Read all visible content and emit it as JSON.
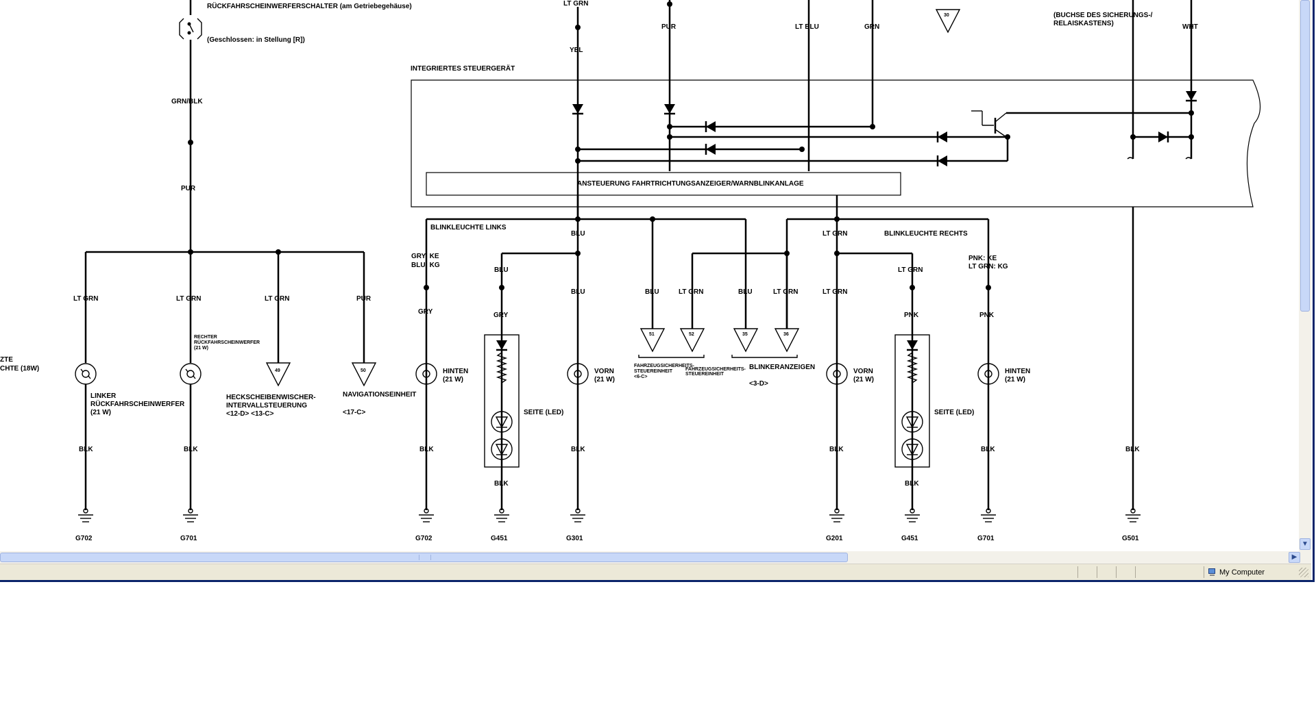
{
  "diagram": {
    "top_labels": {
      "lt_grn_top": "LT GRN",
      "backup_switch": "RÜCKFAHRSCHEINWERFERSCHALTER (am Getriebegehäuse)",
      "switch_note": "(Geschlossen: in Stellung [R])",
      "pur_top": "PUR",
      "lt_blu_top": "LT BLU",
      "grn_top": "GRN",
      "fuse_box_socket": "(BUCHSE DES SICHERUNGS-/ RELAISKASTENS)",
      "fuse_box_line1": "(BUCHSE DES SICHERUNGS-/",
      "fuse_box_line2": "RELAISKASTENS)",
      "wht_top": "WHT",
      "yel": "YEL",
      "grn_blk": "GRN/BLK",
      "pur_mid": "PUR",
      "connector_30": "30"
    },
    "control_unit": {
      "title": "INTEGRIERTES STEUERGERÄT",
      "inner_block": "ANSTEUERUNG FAHRTRICHTUNGSANZEIGER/WARNBLINKANLAGE"
    },
    "left_section": {
      "partial_label_1": "ZTE",
      "partial_label_2": "CHTE (18W)",
      "wires": [
        "LT GRN",
        "LT GRN",
        "LT GRN",
        "PUR"
      ],
      "left_lamp": "LINKER RÜCKFAHRSCHEINWERFER (21 W)",
      "left_lamp_l1": "LINKER",
      "left_lamp_l2": "RÜCKFAHRSCHEINWERFER",
      "left_lamp_l3": "(21 W)",
      "right_lamp_l1": "RECHTER",
      "right_lamp_l2": "RÜCKFAHRSCHEINWERFER",
      "right_lamp_l3": "(21 W)",
      "wiper_l1": "HECKSCHEIBENWISCHER-",
      "wiper_l2": "INTERVALLSTEUERUNG",
      "wiper_l3": "<12-D> <13-C>",
      "nav_l1": "NAVIGATIONSEINHEIT",
      "nav_l2": "<17-C>",
      "conn_49": "49",
      "conn_50": "50",
      "blk": "BLK",
      "ground_1": "G702",
      "ground_2": "G701"
    },
    "turn_left": {
      "title": "BLINKLEUCHTE LINKS",
      "code_1": "GRY: KE",
      "code_2": "BLU: KG",
      "gry": "GRY",
      "blu": "BLU",
      "rear_l1": "HINTEN",
      "rear_l2": "(21 W)",
      "side": "SEITE (LED)",
      "front_l1": "VORN",
      "front_l2": "(21 W)",
      "blk": "BLK",
      "grounds": [
        "G702",
        "G451",
        "G301"
      ]
    },
    "indicators": {
      "wires": [
        "BLU",
        "LT GRN",
        "BLU",
        "LT GRN"
      ],
      "connectors": [
        "51",
        "52",
        "35",
        "36"
      ],
      "vsa_l1": "FAHRZEUGSICHERHEITS-",
      "vsa_l2": "STEUEREINHEIT",
      "vsa_l3": "<6-C>",
      "vsa2_l1": "FAHRZEUGSICHERHEITS-",
      "vsa2_l2": "STEUEREINHEIT",
      "blinker_l1": "BLINKERANZEIGEN",
      "blinker_l2": "<3-D>"
    },
    "turn_right": {
      "title": "BLINKLEUCHTE RECHTS",
      "lt_grn": "LT GRN",
      "code_1": "PNK: KE",
      "code_2": "LT GRN: KG",
      "pnk": "PNK",
      "front_l1": "VORN",
      "front_l2": "(21 W)",
      "side": "SEITE (LED)",
      "rear_l1": "HINTEN",
      "rear_l2": "(21 W)",
      "blk": "BLK",
      "grounds": [
        "G201",
        "G451",
        "G701",
        "G501"
      ]
    }
  },
  "statusbar": {
    "zone": "My Computer"
  },
  "scrollbars": {
    "down_arrow": "▼",
    "right_arrow": "▶"
  }
}
